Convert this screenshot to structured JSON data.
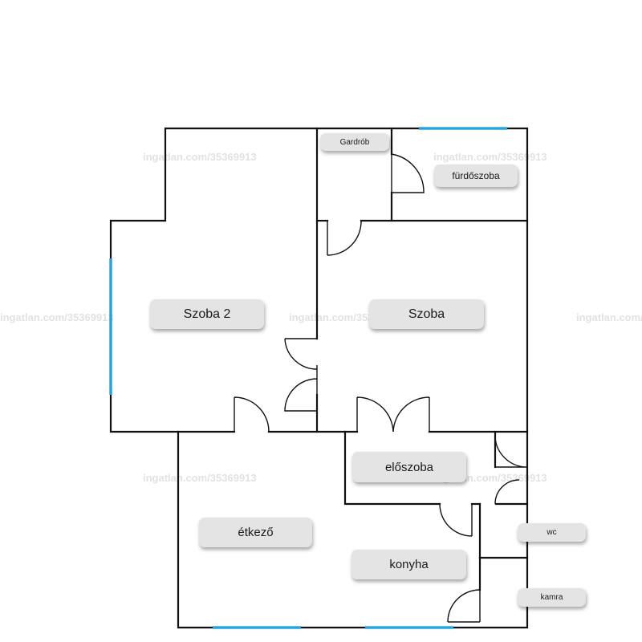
{
  "watermark": "ingatlan.com/35369913",
  "rooms": {
    "gardrob": "Gardrób",
    "furdoszoba": "fürdőszoba",
    "szoba2": "Szoba 2",
    "szoba": "Szoba",
    "eloszoba": "előszoba",
    "etkezo": "étkező",
    "konyha": "konyha",
    "wc": "wc",
    "kamra": "kamra"
  },
  "colors": {
    "wall": "#111111",
    "window": "#29a3dd",
    "label_bg": "#e4e4e4"
  }
}
